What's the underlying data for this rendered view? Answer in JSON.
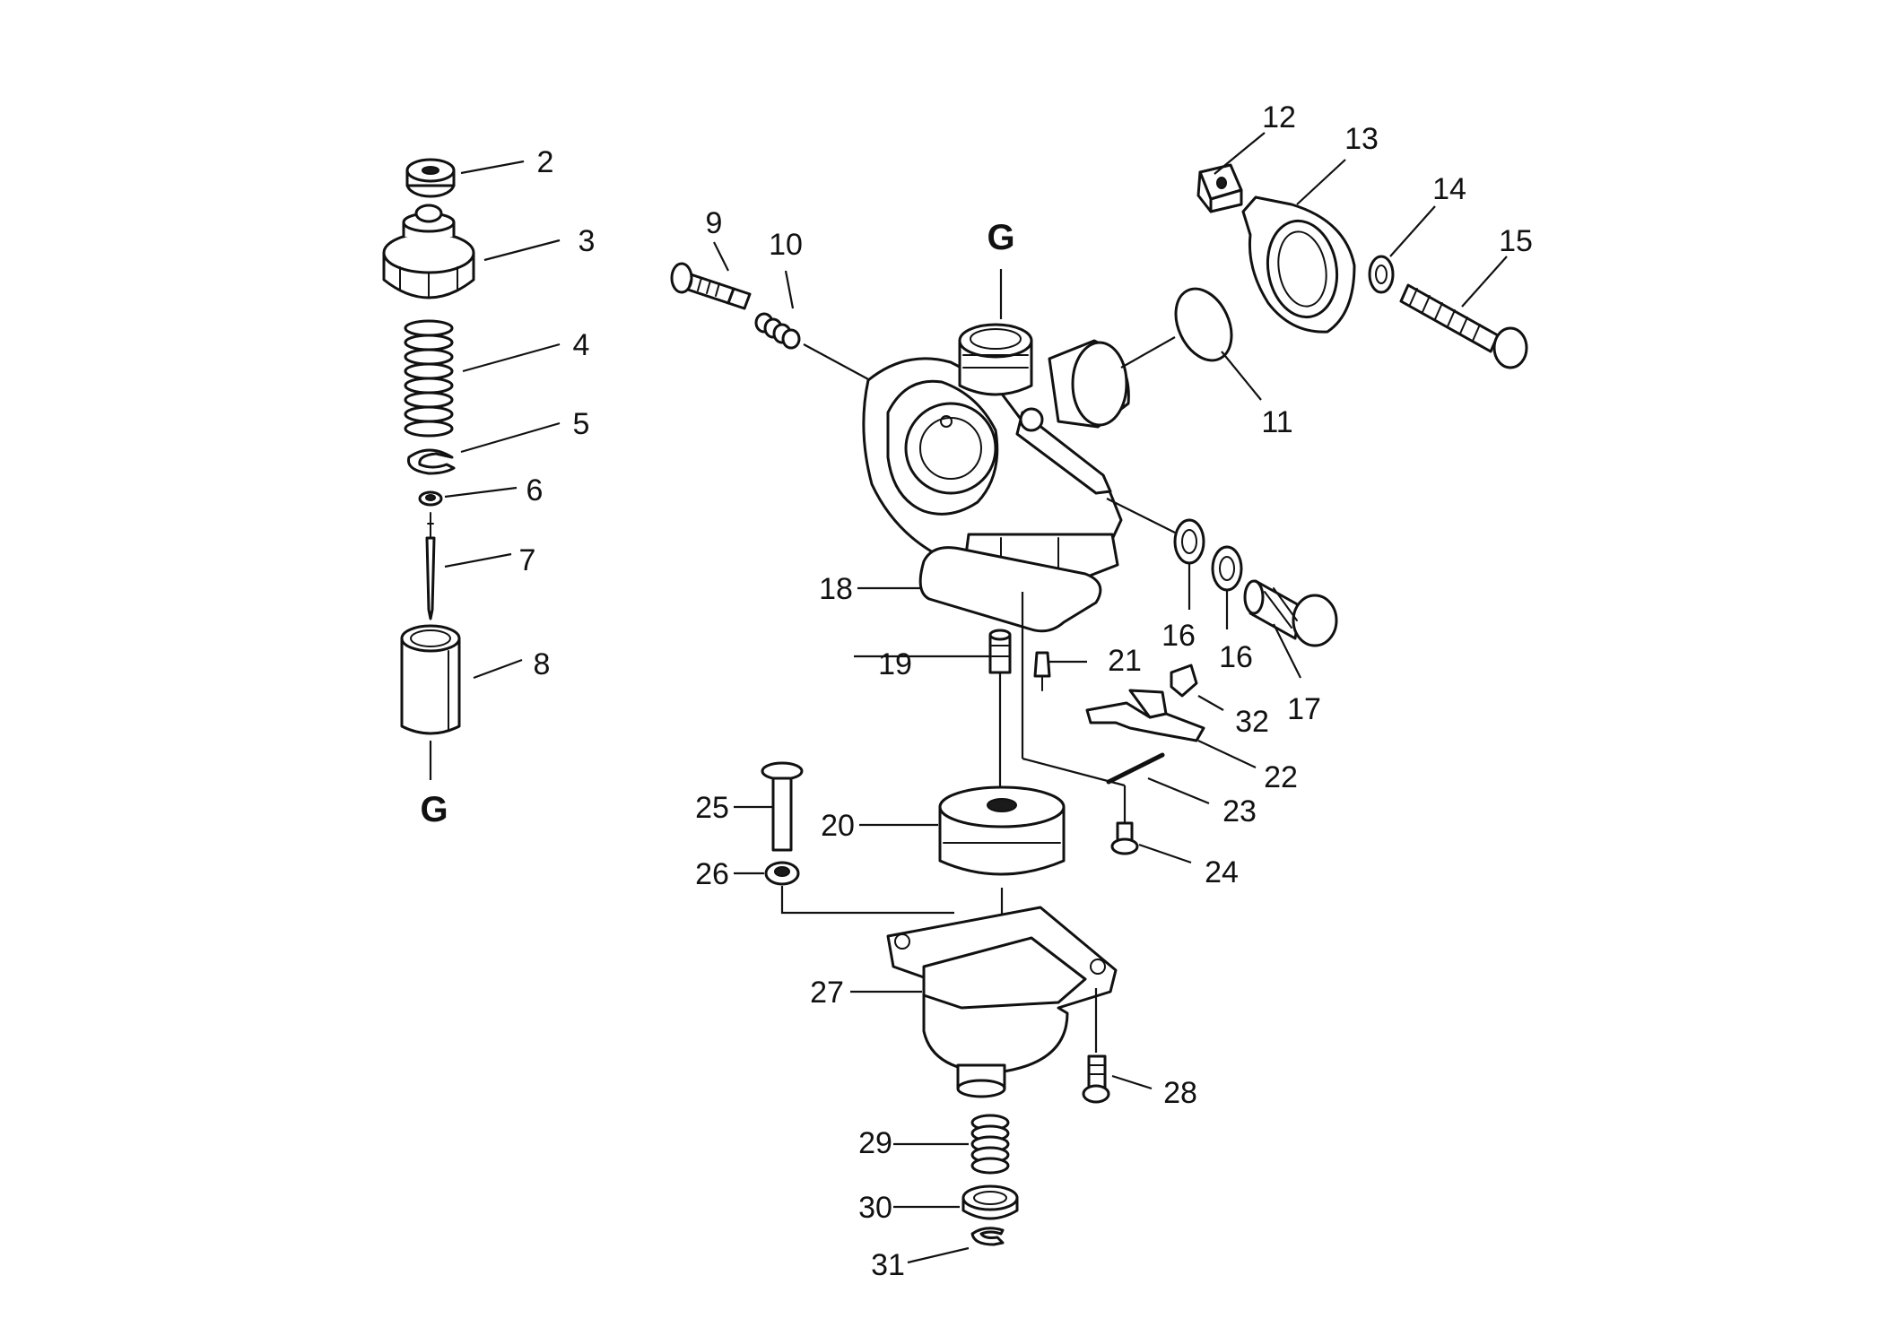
{
  "figure": {
    "reference_marks": [
      "G",
      "G"
    ]
  },
  "callouts": [
    {
      "name": "callout-2",
      "text": "2"
    },
    {
      "name": "callout-3",
      "text": "3"
    },
    {
      "name": "callout-4",
      "text": "4"
    },
    {
      "name": "callout-5",
      "text": "5"
    },
    {
      "name": "callout-6",
      "text": "6"
    },
    {
      "name": "callout-7",
      "text": "7"
    },
    {
      "name": "callout-8",
      "text": "8"
    },
    {
      "name": "callout-9",
      "text": "9"
    },
    {
      "name": "callout-10",
      "text": "10"
    },
    {
      "name": "callout-11",
      "text": "11"
    },
    {
      "name": "callout-12",
      "text": "12"
    },
    {
      "name": "callout-13",
      "text": "13"
    },
    {
      "name": "callout-14",
      "text": "14"
    },
    {
      "name": "callout-15",
      "text": "15"
    },
    {
      "name": "callout-16a",
      "text": "16"
    },
    {
      "name": "callout-16b",
      "text": "16"
    },
    {
      "name": "callout-17",
      "text": "17"
    },
    {
      "name": "callout-18",
      "text": "18"
    },
    {
      "name": "callout-19",
      "text": "19"
    },
    {
      "name": "callout-20",
      "text": "20"
    },
    {
      "name": "callout-21",
      "text": "21"
    },
    {
      "name": "callout-22",
      "text": "22"
    },
    {
      "name": "callout-23",
      "text": "23"
    },
    {
      "name": "callout-24",
      "text": "24"
    },
    {
      "name": "callout-25",
      "text": "25"
    },
    {
      "name": "callout-26",
      "text": "26"
    },
    {
      "name": "callout-27",
      "text": "27"
    },
    {
      "name": "callout-28",
      "text": "28"
    },
    {
      "name": "callout-29",
      "text": "29"
    },
    {
      "name": "callout-30",
      "text": "30"
    },
    {
      "name": "callout-31",
      "text": "31"
    },
    {
      "name": "callout-32",
      "text": "32"
    }
  ]
}
